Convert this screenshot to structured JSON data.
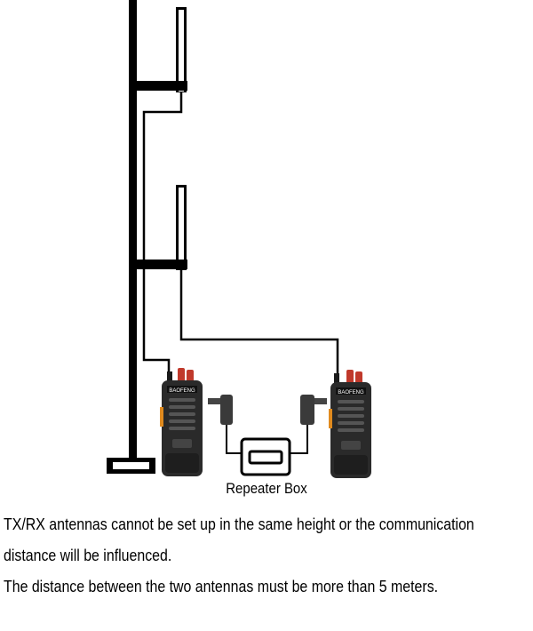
{
  "diagram": {
    "repeater_label": "Repeater Box",
    "icons": {
      "radio": "walkie-talkie-icon",
      "antenna": "antenna-icon",
      "mast": "antenna-mast-icon",
      "repeater": "repeater-box-icon"
    },
    "colors": {
      "line": "#000000",
      "radio_body": "#2a2a2a",
      "knob": "#c0392b",
      "accent": "#e08a1e"
    }
  },
  "notes": [
    "TX/RX antennas cannot be set up in the same height or the communication",
    "distance will be influenced.",
    "The distance between the two antennas must be more than 5 meters."
  ]
}
